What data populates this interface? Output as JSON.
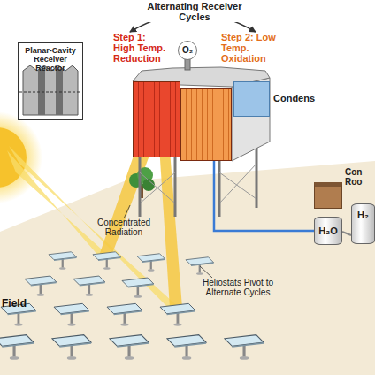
{
  "diagram": {
    "nodes": [
      {
        "text": [
          "Planar-Cavity Receiver Reactor"
        ]
      },
      {
        "text": [
          "O₂"
        ]
      },
      {
        "text": [
          "Step 1: High Temp. Reduction"
        ]
      },
      {
        "text": [
          "Step 2: Low Temp. Oxidation"
        ]
      },
      {
        "text": [
          "Condens"
        ]
      },
      {
        "text": [
          "Con Roo"
        ]
      },
      {
        "text": [
          "H₂"
        ]
      },
      {
        "text": [
          "H₂O"
        ]
      }
    ],
    "edges": [
      {
        "from": 2,
        "to": 3,
        "label": "Alternating Receiver Cycles",
        "arrow": "both"
      },
      {
        "from": 7,
        "to": 3,
        "arrow": "none"
      }
    ],
    "labels": [
      "Concentrated Radiation",
      "Heliostats Pivot to Alternate Cycles",
      "Field"
    ]
  }
}
